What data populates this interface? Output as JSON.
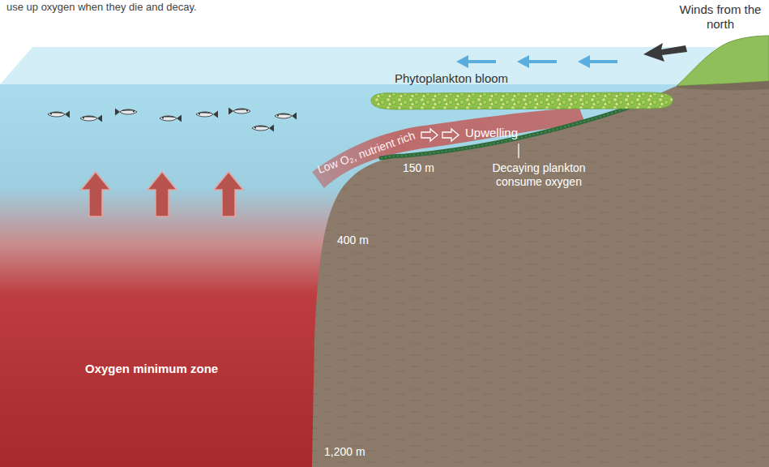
{
  "diagram": {
    "labels": [
      "use up oxygen when they die and decay.",
      "Winds from the north",
      "Phytoplankton bloom",
      "Low O₂, nutrient rich",
      "Upwelling",
      "150 m",
      "Decaying plankton consume oxygen",
      "400 m",
      "Oxygen minimum zone",
      "1,200 m"
    ]
  }
}
